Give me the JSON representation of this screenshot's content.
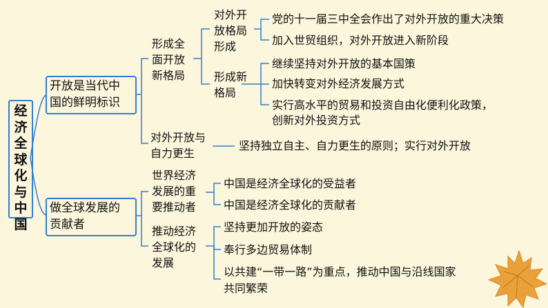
{
  "root": "经济全球化与中国",
  "branch1": {
    "title_lines": [
      "开放是当代中",
      "国的鲜明标识"
    ],
    "sub1": {
      "title_lines": [
        "形成全",
        "面开放",
        "新格局"
      ],
      "a": {
        "title_lines": [
          "对外开",
          "放格局",
          "形成"
        ],
        "items": [
          "党的十一届三中全会作出了对外开放的重大决策",
          "加入世贸组织，对外开放进入新阶段"
        ]
      },
      "b": {
        "title_lines": [
          "形成新",
          "格局"
        ],
        "items": [
          "继续坚持对外开放的基本国策",
          "加快转变对外经济发展方式"
        ],
        "item3_lines": [
          "实行高水平的贸易和投资自由化便利化政策，",
          "创新对外投资方式"
        ]
      }
    },
    "sub2": {
      "title_lines": [
        "对外开放与",
        "自力更生"
      ],
      "item": "坚持独立自主、自力更生的原则；实行对外开放"
    }
  },
  "branch2": {
    "title_lines": [
      "做全球发展的",
      "贡献者"
    ],
    "sub1": {
      "title_lines": [
        "世界经济",
        "发展的重",
        "要推动者"
      ],
      "items": [
        "中国是经济全球化的受益者",
        "中国是经济全球化的贡献者"
      ]
    },
    "sub2": {
      "title_lines": [
        "推动经济",
        "全球化的",
        "发展"
      ],
      "items": [
        "坚持更加开放的姿态",
        "奉行多边贸易体制"
      ],
      "item3_lines": [
        "以共建“一带一路”为重点，推动中国与沿线国家",
        "共同繁荣"
      ]
    }
  },
  "colors": {
    "box_border": "#2f7fd1",
    "line": "#2f7fd1",
    "leaf": "#e9a23b",
    "background": "#fbf6dc"
  }
}
